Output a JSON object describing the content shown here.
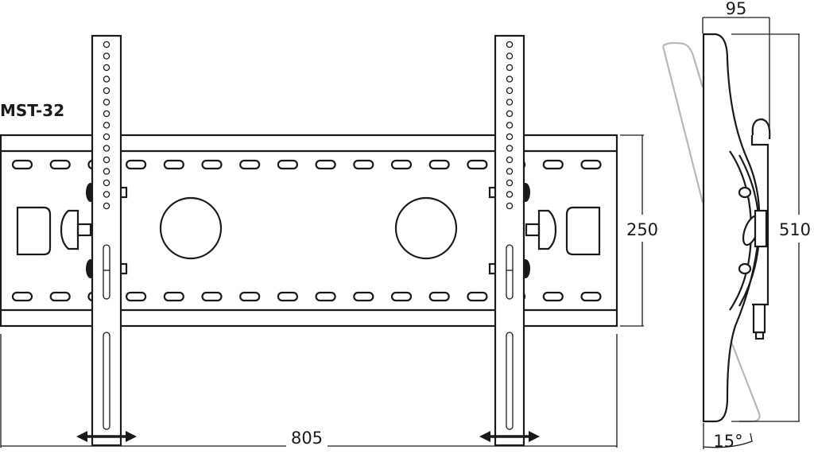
{
  "model": "MST-32",
  "dimensions": {
    "width": "805",
    "height_plate": "250",
    "depth": "95",
    "height_total": "510",
    "tilt_angle": "15°"
  },
  "colors": {
    "line": "#1a1a1a",
    "tilt_outline": "#b8b8b8"
  }
}
